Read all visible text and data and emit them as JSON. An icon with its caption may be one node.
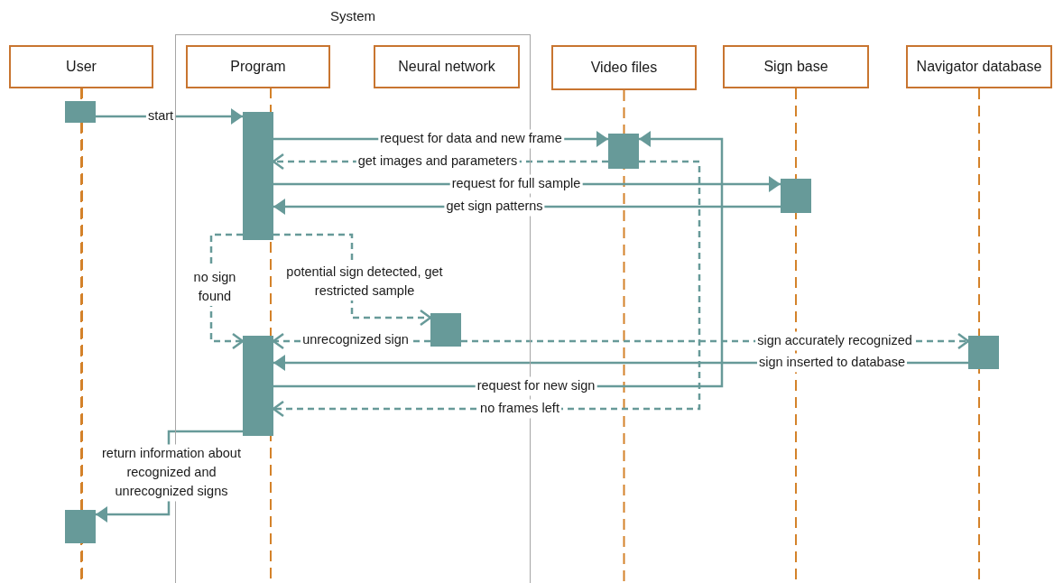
{
  "diagram": {
    "nodes": [
      {
        "text": [
          "System"
        ]
      },
      {
        "text": [
          "User"
        ]
      },
      {
        "text": [
          "Program"
        ],
        "in": 0
      },
      {
        "text": [
          "Neural network"
        ],
        "in": 0
      },
      {
        "text": [
          "Video files"
        ]
      },
      {
        "text": [
          "Sign base"
        ]
      },
      {
        "text": [
          "Navigator database"
        ]
      },
      {
        "text": [],
        "shape": "bar"
      },
      {
        "text": [],
        "shape": "bar",
        "in": 0
      },
      {
        "text": [],
        "shape": "bar"
      },
      {
        "text": [],
        "shape": "bar"
      },
      {
        "text": [],
        "shape": "bar",
        "in": 0
      },
      {
        "text": [],
        "shape": "bar",
        "in": 0
      },
      {
        "text": [],
        "shape": "bar"
      },
      {
        "text": [],
        "shape": "bar"
      }
    ],
    "edges": [
      {
        "from": 7,
        "to": 8,
        "arrow": "to",
        "label": "start"
      },
      {
        "from": 8,
        "to": 9,
        "arrow": "to",
        "label": "request for data and new frame"
      },
      {
        "from": 9,
        "to": 8,
        "arrow": "to",
        "label": "get images and parameters",
        "style": "dashed"
      },
      {
        "from": 8,
        "to": 10,
        "arrow": "to",
        "label": "request for full sample"
      },
      {
        "from": 10,
        "to": 8,
        "arrow": "to",
        "label": "get sign patterns"
      },
      {
        "from": 8,
        "to": 12,
        "arrow": "to",
        "label": "no sign found",
        "style": "dashed"
      },
      {
        "from": 8,
        "to": 11,
        "arrow": "to",
        "label": "potential sign detected, get restricted sample",
        "style": "dashed"
      },
      {
        "from": 11,
        "to": 12,
        "arrow": "to",
        "label": "unrecognized sign",
        "style": "dashed"
      },
      {
        "from": 11,
        "to": 13,
        "arrow": "to",
        "label": "sign accurately recognized",
        "style": "dashed"
      },
      {
        "from": 13,
        "to": 12,
        "arrow": "to",
        "label": "sign inserted to database"
      },
      {
        "from": 12,
        "to": 9,
        "arrow": "to",
        "label": "request for new sign"
      },
      {
        "from": 9,
        "to": 12,
        "arrow": "to",
        "label": "no frames left",
        "style": "dashed"
      },
      {
        "from": 12,
        "to": 14,
        "arrow": "to",
        "label": "return information about recognized and unrecognized signs"
      }
    ]
  }
}
